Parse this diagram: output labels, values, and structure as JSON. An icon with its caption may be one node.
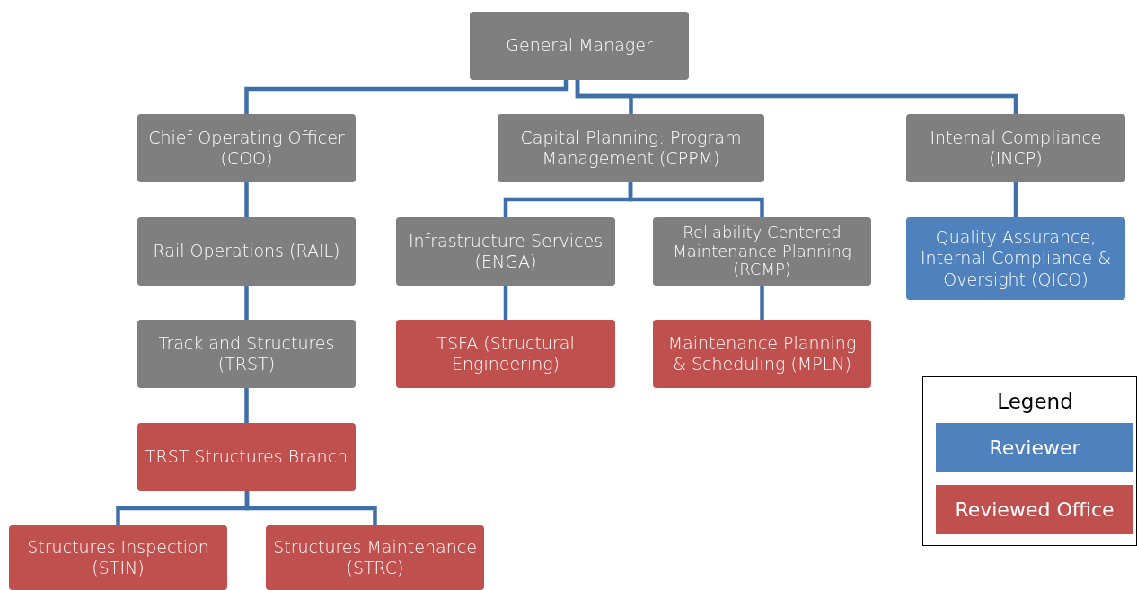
{
  "diagram": {
    "nodes": [
      {
        "text": [
          "General Manager"
        ]
      },
      {
        "text": [
          "Chief Operating Officer (COO)"
        ]
      },
      {
        "text": [
          "Capital Planning: Program Management (CPPM)"
        ]
      },
      {
        "text": [
          "Internal Compliance (INCP)"
        ]
      },
      {
        "text": [
          "Rail Operations (RAIL)"
        ]
      },
      {
        "text": [
          "Infrastructure Services (ENGA)"
        ]
      },
      {
        "text": [
          "Reliability Centered Maintenance Planning (RCMP)"
        ]
      },
      {
        "text": [
          "Quality Assurance, Internal Compliance & Oversight (QICO)"
        ]
      },
      {
        "text": [
          "Track and Structures (TRST)"
        ]
      },
      {
        "text": [
          "TSFA (Structural Engineering)"
        ]
      },
      {
        "text": [
          "Maintenance Planning & Scheduling (MPLN)"
        ]
      },
      {
        "text": [
          "TRST Structures Branch"
        ]
      },
      {
        "text": [
          "Structures Inspection (STIN)"
        ]
      },
      {
        "text": [
          "Structures Maintenance (STRC)"
        ]
      }
    ],
    "edges": [
      {
        "from": 0,
        "to": 1,
        "arrow": "none"
      },
      {
        "from": 0,
        "to": 2,
        "arrow": "none"
      },
      {
        "from": 0,
        "to": 3,
        "arrow": "none"
      },
      {
        "from": 1,
        "to": 4,
        "arrow": "none"
      },
      {
        "from": 2,
        "to": 5,
        "arrow": "none"
      },
      {
        "from": 2,
        "to": 6,
        "arrow": "none"
      },
      {
        "from": 3,
        "to": 7,
        "arrow": "none"
      },
      {
        "from": 4,
        "to": 8,
        "arrow": "none"
      },
      {
        "from": 5,
        "to": 9,
        "arrow": "none"
      },
      {
        "from": 6,
        "to": 10,
        "arrow": "none"
      },
      {
        "from": 8,
        "to": 11,
        "arrow": "none"
      },
      {
        "from": 11,
        "to": 12,
        "arrow": "none"
      },
      {
        "from": 11,
        "to": 13,
        "arrow": "none"
      }
    ],
    "labels": [
      "Legend"
    ],
    "legend": [
      {
        "text": "Reviewer",
        "color": "#4f81bd"
      },
      {
        "text": "Reviewed Office",
        "color": "#c0504d"
      }
    ]
  }
}
